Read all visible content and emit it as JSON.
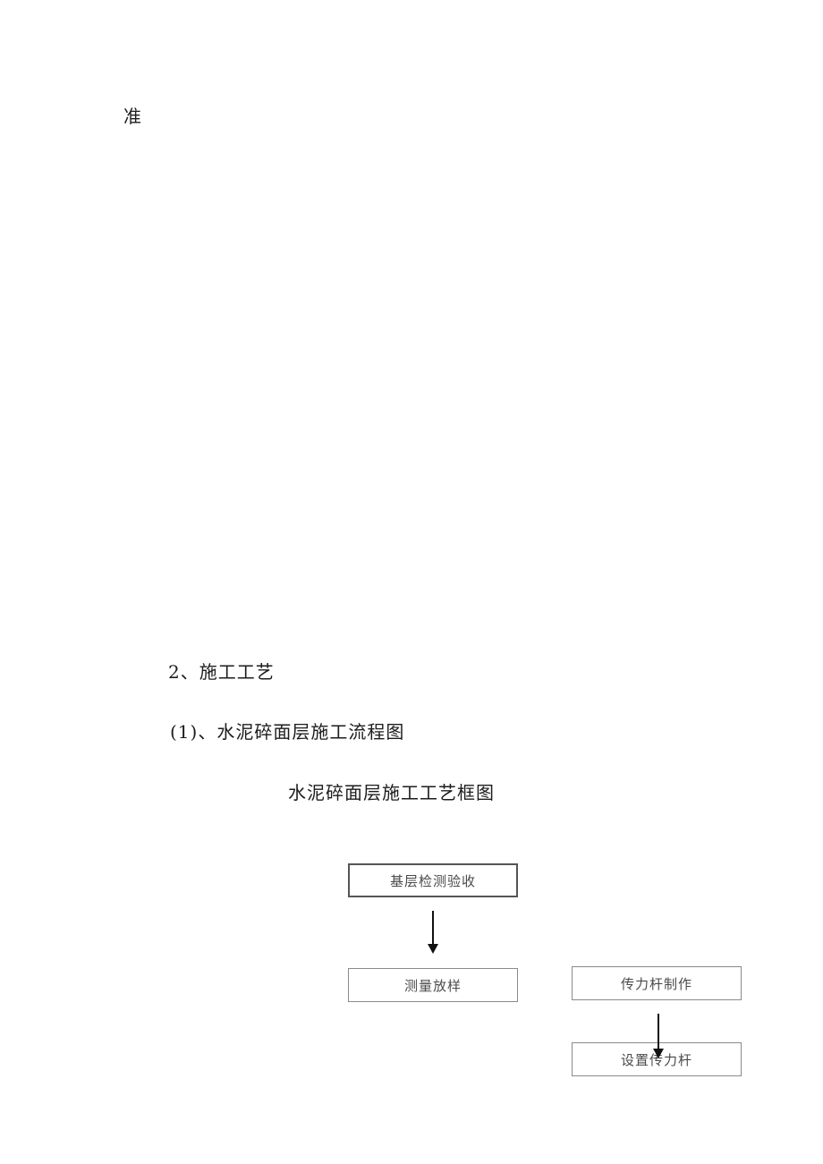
{
  "document": {
    "fragment_text": "准",
    "section_heading": "2、施工工艺",
    "subsection_heading": "(1)、水泥碎面层施工流程图",
    "figure_caption": "水泥碎面层施工工艺框图"
  },
  "flowchart": {
    "nodes": [
      {
        "id": "base",
        "label": "基层检测验收"
      },
      {
        "id": "survey",
        "label": "测量放样"
      },
      {
        "id": "dowel_make",
        "label": "传力杆制作"
      },
      {
        "id": "dowel_set",
        "label": "设置传力杆"
      }
    ],
    "edges": [
      {
        "from": "base",
        "to": "survey",
        "icon": "down-arrow-icon"
      },
      {
        "from": "dowel_make",
        "to": "dowel_set",
        "icon": "down-arrow-icon"
      }
    ]
  }
}
